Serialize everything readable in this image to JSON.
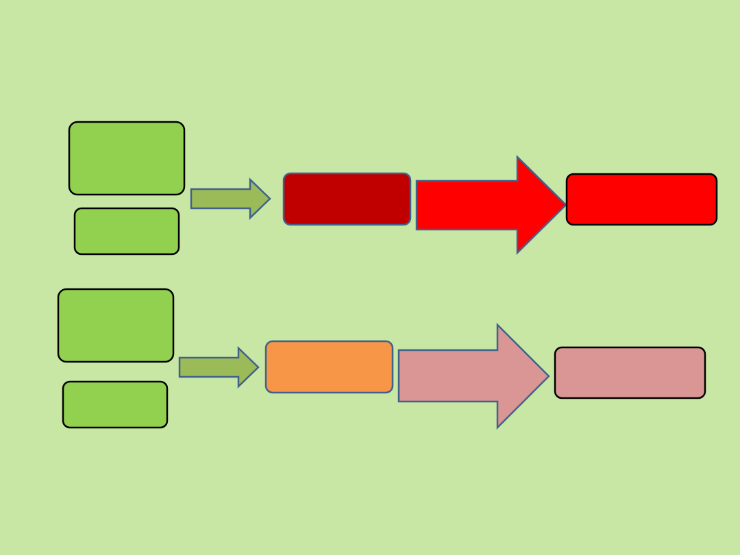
{
  "colors": {
    "background": "#c8e7a5",
    "green_box": "#92d050",
    "box_border_black": "#000000",
    "shape_border_blue": "#41618a",
    "small_arrow": "#9bbb59",
    "dark_red": "#c00000",
    "red": "#ff0000",
    "orange": "#f79646",
    "pink": "#d99694"
  },
  "rows": [
    {
      "input_boxes": [
        "",
        ""
      ],
      "middle_box": "",
      "output_box": "",
      "middle_color_key": "dark_red",
      "arrow_color_key": "red",
      "output_color_key": "red"
    },
    {
      "input_boxes": [
        "",
        ""
      ],
      "middle_box": "",
      "output_box": "",
      "middle_color_key": "orange",
      "arrow_color_key": "pink",
      "output_color_key": "pink"
    }
  ]
}
